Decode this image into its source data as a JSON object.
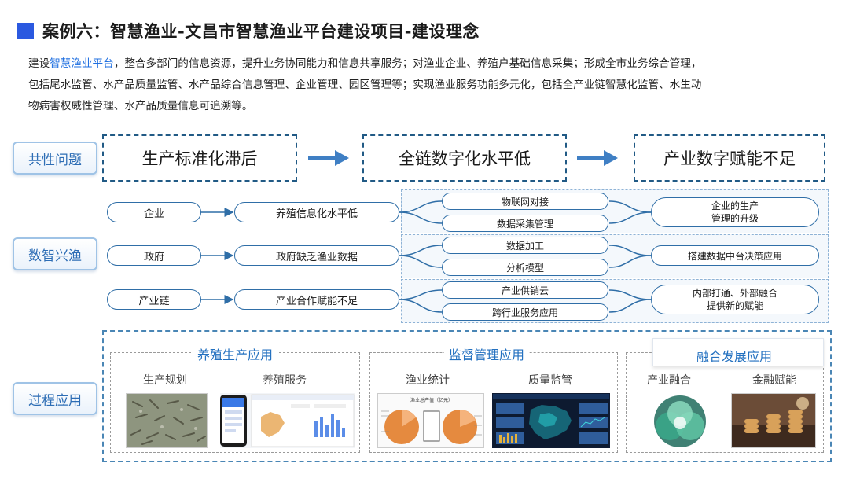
{
  "header": {
    "title": "案例六：智慧渔业-文昌市智慧渔业平台建设项目-建设理念"
  },
  "intro": {
    "prefix": "建设",
    "highlight": "智慧渔业平台",
    "line1_rest": "，整合多部门的信息资源，提升业务协同能力和信息共享服务；对渔业企业、养殖户基础信息采集；形成全市业务综合管理，",
    "line2": "包括尾水监管、水产品质量监管、水产品综合信息管理、企业管理、园区管理等；实现渔业服务功能多元化，包括全产业链智慧化监管、水生动",
    "line3": "物病害权威性管理、水产品质量信息可追溯等。"
  },
  "side_labels": {
    "common": "共性问题",
    "digital": "数智兴渔",
    "process": "过程应用"
  },
  "issues": [
    "生产标准化滞后",
    "全链数字化水平低",
    "产业数字赋能不足"
  ],
  "digital_rows": [
    {
      "actor": "企业",
      "problem": "养殖信息化水平低",
      "measures": [
        "物联网对接",
        "数据采集管理"
      ],
      "outcome": [
        "企业的生产",
        "管理的升级"
      ]
    },
    {
      "actor": "政府",
      "problem": "政府缺乏渔业数据",
      "measures": [
        "数据加工",
        "分析模型"
      ],
      "outcome": [
        "搭建数据中台决策应用"
      ]
    },
    {
      "actor": "产业链",
      "problem": "产业合作赋能不足",
      "measures": [
        "产业供销云",
        "跨行业服务应用"
      ],
      "outcome": [
        "内部打通、外部融合",
        "提供新的赋能"
      ]
    }
  ],
  "process": {
    "groups": [
      {
        "title": "养殖生产应用",
        "items": [
          "生产规划",
          "养殖服务"
        ]
      },
      {
        "title": "监督管理应用",
        "items": [
          "渔业统计",
          "质量监管"
        ]
      },
      {
        "title": "融合发展应用",
        "items": [
          "产业融合",
          "金融赋能"
        ]
      }
    ],
    "thumb_texts": {
      "stats_title": "渔业总产值（亿元）"
    }
  },
  "colors": {
    "accent": "#2b59e0",
    "highlight_text": "#1f6fe0",
    "label_text": "#2d6db5",
    "dashed_border": "#215a85",
    "arrow": "#3f7fc4",
    "group_title": "#2471c0"
  }
}
